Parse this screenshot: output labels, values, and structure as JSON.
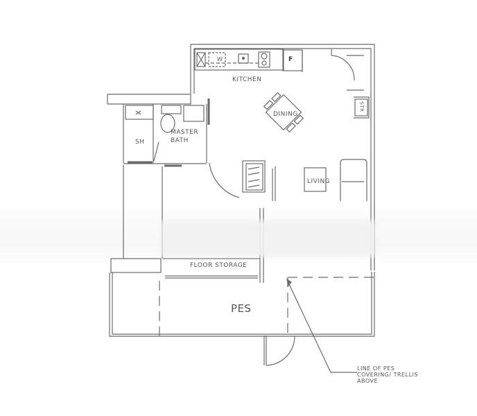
{
  "plan": {
    "rooms": {
      "kitchen": "KITCHEN",
      "dining": "DINING",
      "living": "LIVING",
      "master_bath": "MASTER\nBATH",
      "master_bath_line1": "MASTER",
      "master_bath_line2": "BATH",
      "shower": "SH",
      "store": "STR",
      "floor_storage": "FLOOR STORAGE",
      "pes": "PES"
    },
    "appliances": {
      "washer": "W",
      "fridge": "F"
    },
    "annotation": {
      "line1": "LINE OF PES",
      "line2": "COVERING/ TRELLIS",
      "line3": "ABOVE"
    },
    "colors": {
      "line": "#6a6a6a",
      "text": "#555555",
      "background": "#ffffff"
    }
  }
}
